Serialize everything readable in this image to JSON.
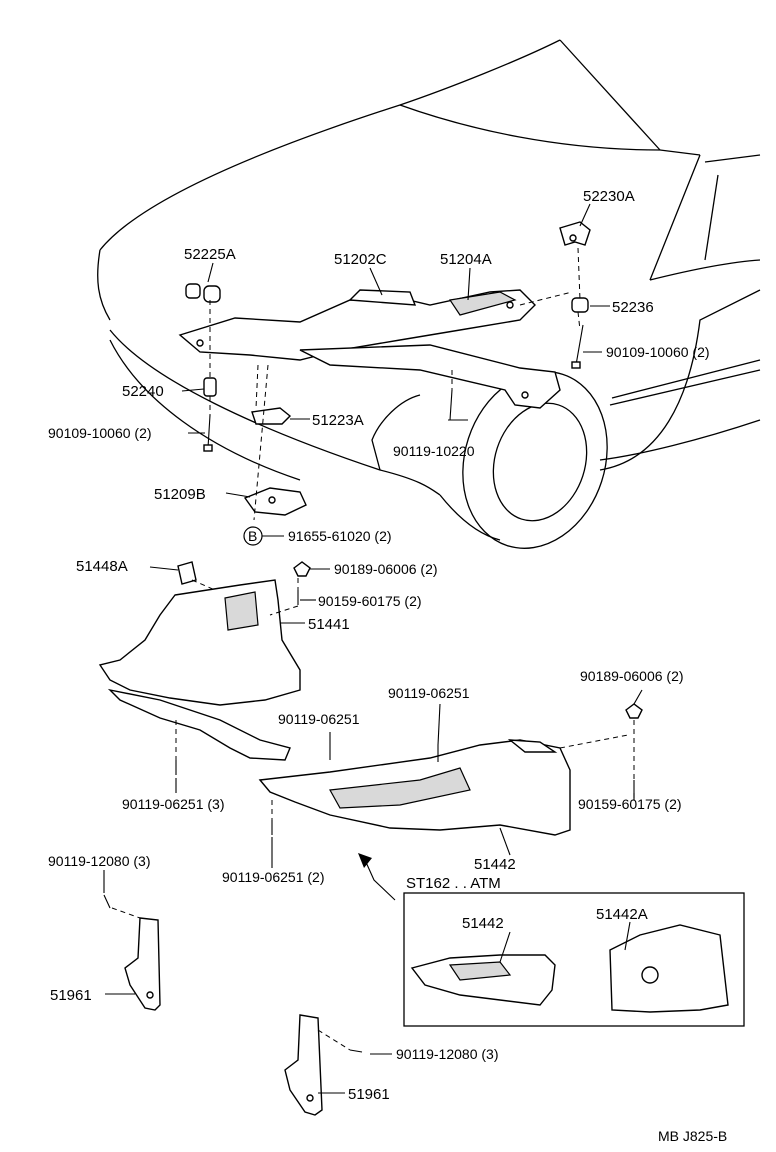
{
  "labels": {
    "p52230A": "52230A",
    "p52225A": "52225A",
    "p51202C": "51202C",
    "p51204A": "51204A",
    "p52236": "52236",
    "p90109_r": "90109-10060 (2)",
    "p52240": "52240",
    "p90109_l": "90109-10060 (2)",
    "p51223A": "51223A",
    "p90119_10220": "90119-10220",
    "p51209B": "51209B",
    "b_marker": "B",
    "p91655": "91655-61020 (2)",
    "p51448A": "51448A",
    "p90189_a": "90189-06006 (2)",
    "p90159_a": "90159-60175 (2)",
    "p51441": "51441",
    "p90189_b": "90189-06006 (2)",
    "p90119_06251_a": "90119-06251",
    "p90119_06251_b": "90119-06251",
    "p90119_06251_c": "90119-06251 (3)",
    "p90159_b": "90159-60175 (2)",
    "p51442": "51442",
    "p90119_06251_d": "90119-06251 (2)",
    "p90119_12080_a": "90119-12080 (3)",
    "st162": "ST162 . . ATM",
    "inset_51442": "51442",
    "inset_51442A": "51442A",
    "p51961_a": "51961",
    "p90119_12080_b": "90119-12080 (3)",
    "p51961_b": "51961",
    "footer_code": "MB J825-B"
  }
}
